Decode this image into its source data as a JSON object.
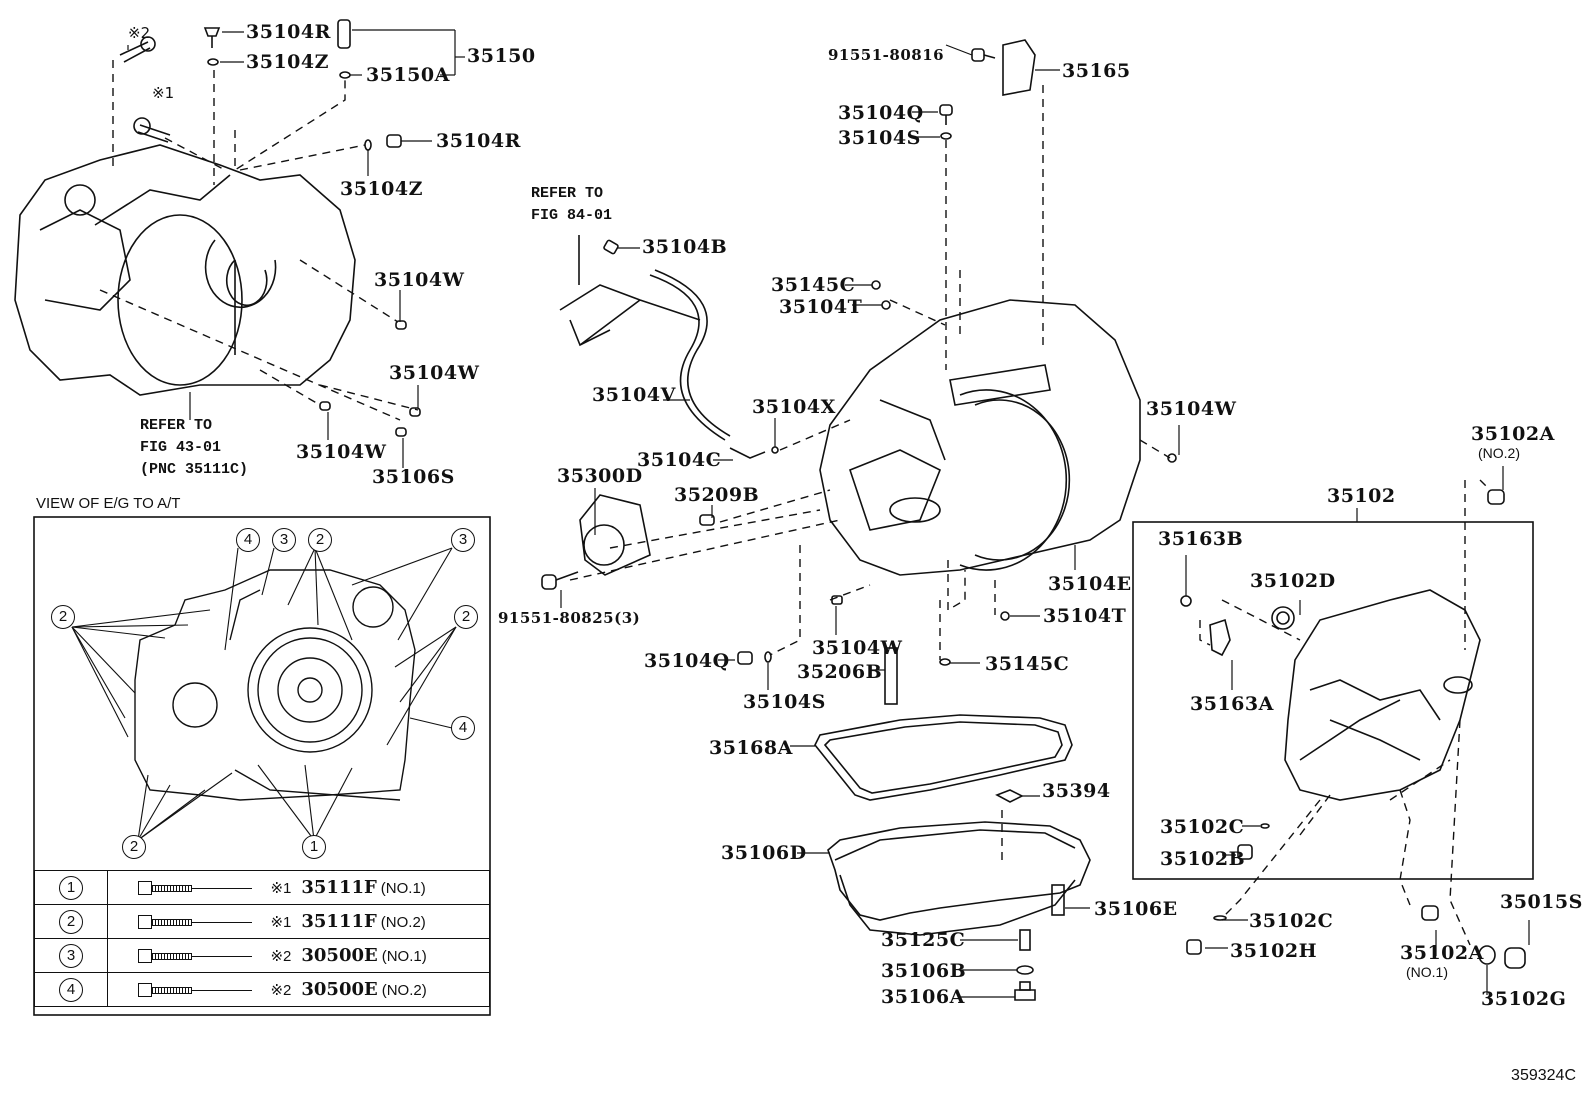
{
  "figure_id": "359324C",
  "view_title": "VIEW OF E/G TO A/T",
  "notes": {
    "refer_43": "REFER TO\nFIG 43-01\n(PNC 35111C)",
    "refer_84": "REFER TO\nFIG 84-01"
  },
  "marks": {
    "m1": "※1",
    "m2": "※2"
  },
  "labels": {
    "p35104R_a": "35104R",
    "p35104Z_a": "35104Z",
    "p35150": "35150",
    "p35150A": "35150A",
    "p35104R_b": "35104R",
    "p35104Z_b": "35104Z",
    "p35104W_a": "35104W",
    "p35104W_b": "35104W",
    "p35104W_c": "35104W",
    "p35106S": "35106S",
    "p91551_80816": "91551-80816",
    "p35165": "35165",
    "p35104Q_a": "35104Q",
    "p35104S_a": "35104S",
    "p35104B": "35104B",
    "p35145C_a": "35145C",
    "p35104T_a": "35104T",
    "p35104V": "35104V",
    "p35104X": "35104X",
    "p35104C": "35104C",
    "p35104W_d": "35104W",
    "p35300D": "35300D",
    "p35209B": "35209B",
    "p91551_80825": "91551-80825(3)",
    "p35104E": "35104E",
    "p35104T_b": "35104T",
    "p35104W_e": "35104W",
    "p35104Q_b": "35104Q",
    "p35206B": "35206B",
    "p35145C_b": "35145C",
    "p35104S_b": "35104S",
    "p35168A": "35168A",
    "p35394": "35394",
    "p35106D": "35106D",
    "p35106E": "35106E",
    "p35125C": "35125C",
    "p35106B": "35106B",
    "p35106A": "35106A",
    "p35102A_no2": "35102A",
    "p35102A_no2_sub": "(NO.2)",
    "p35102": "35102",
    "p35163B": "35163B",
    "p35102D": "35102D",
    "p35163A": "35163A",
    "p35102C_a": "35102C",
    "p35102B": "35102B",
    "p35102C_b": "35102C",
    "p35102H": "35102H",
    "p35102A_no1": "35102A",
    "p35102A_no1_sub": "(NO.1)",
    "p35015S": "35015S",
    "p35102G": "35102G"
  },
  "callouts": [
    "4",
    "3",
    "2",
    "3",
    "2",
    "2",
    "4",
    "2",
    "1"
  ],
  "legend": [
    {
      "num": "1",
      "mark": "※1",
      "part": "35111F",
      "variant": "(NO.1)"
    },
    {
      "num": "2",
      "mark": "※1",
      "part": "35111F",
      "variant": "(NO.2)"
    },
    {
      "num": "3",
      "mark": "※2",
      "part": "30500E",
      "variant": "(NO.1)"
    },
    {
      "num": "4",
      "mark": "※2",
      "part": "30500E",
      "variant": "(NO.2)"
    }
  ]
}
